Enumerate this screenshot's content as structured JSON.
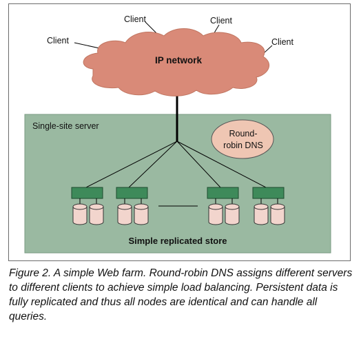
{
  "network": {
    "label": "IP network"
  },
  "clients": [
    "Client",
    "Client",
    "Client",
    "Client"
  ],
  "site": {
    "label": "Single-site server"
  },
  "dns": {
    "line1": "Round-",
    "line2": "robin DNS"
  },
  "store": {
    "label": "Simple replicated store"
  },
  "caption": "Figure 2. A simple Web farm. Round-robin DNS assigns different servers to different clients to achieve simple load balancing. Persistent data is fully replicated and thus all nodes are identical and can handle all queries.",
  "colors": {
    "cloud": "#d98a78",
    "site_bg": "#9ab9a1",
    "server": "#3e8a5a",
    "dns": "#efc6b3",
    "disk": "#f2d5cd"
  }
}
